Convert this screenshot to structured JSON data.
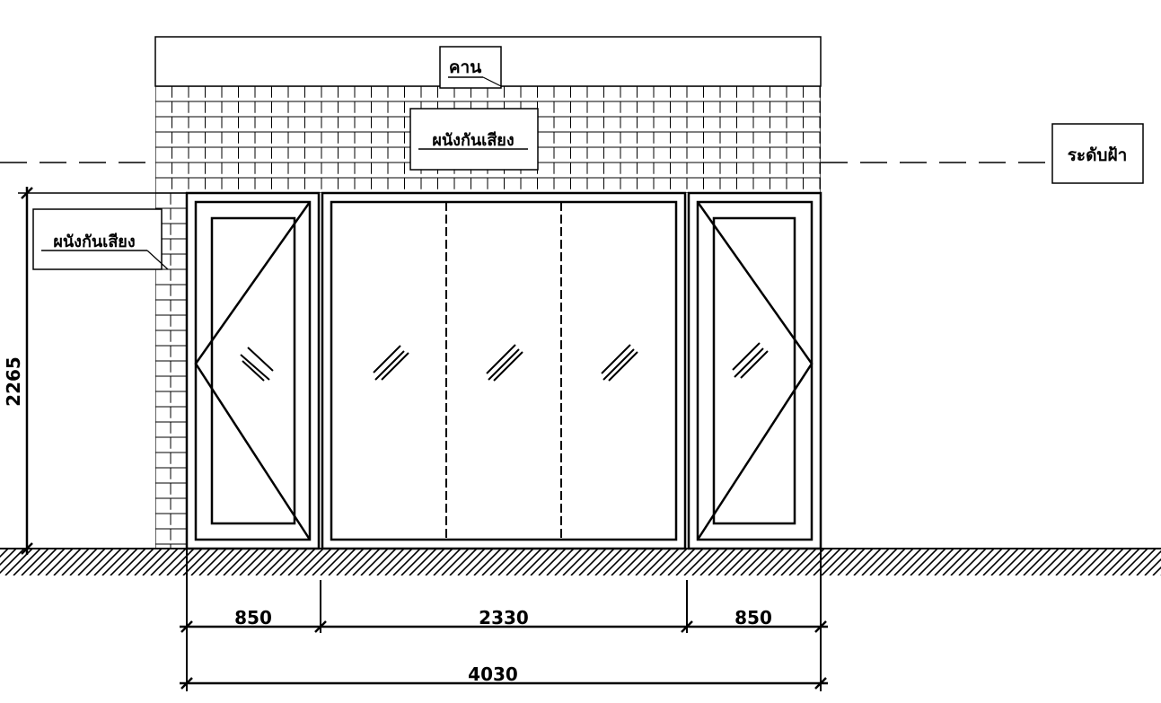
{
  "labels": {
    "beam": "คาน",
    "wall_center": "ผนังกันเสียง",
    "wall_left": "ผนังกันเสียง",
    "ceiling_level": "ระดับฝ้า"
  },
  "dimensions": {
    "height": "2265",
    "left_panel": "850",
    "center_panel": "2330",
    "right_panel": "850",
    "overall": "4030"
  }
}
